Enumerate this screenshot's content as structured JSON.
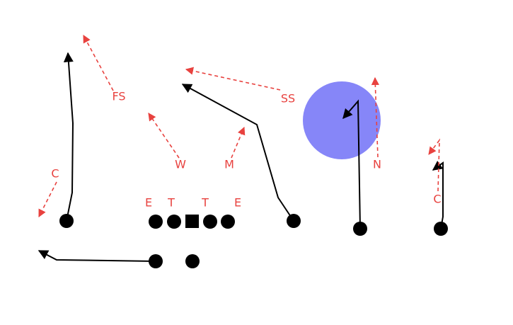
{
  "colors": {
    "offense": "#000000",
    "defense": "#e8423f",
    "highlight": "#7f7ff8",
    "background": "#ffffff"
  },
  "defenders": [
    {
      "id": "fs",
      "label": "FS"
    },
    {
      "id": "ss",
      "label": "SS"
    },
    {
      "id": "c-left",
      "label": "C"
    },
    {
      "id": "w",
      "label": "W"
    },
    {
      "id": "m",
      "label": "M"
    },
    {
      "id": "n",
      "label": "N"
    },
    {
      "id": "c-right",
      "label": "C"
    },
    {
      "id": "e-left",
      "label": "E"
    },
    {
      "id": "t-left",
      "label": "T"
    },
    {
      "id": "t-right",
      "label": "T"
    },
    {
      "id": "e-right",
      "label": "E"
    }
  ]
}
